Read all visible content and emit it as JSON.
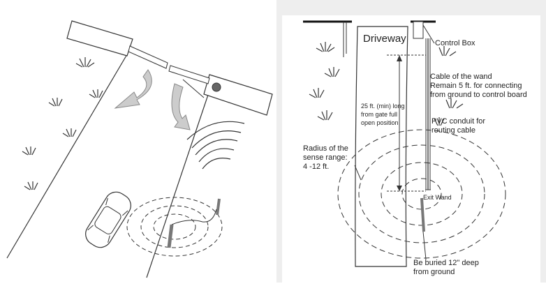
{
  "right_diagram": {
    "driveway": "Driveway",
    "control_box": "Control Box",
    "cable_note": [
      "Cable of the wand",
      "Remain 5 ft. for connecting",
      "from ground to control board"
    ],
    "distance_note": [
      "25 ft. (min) long",
      "from gate full",
      "open position"
    ],
    "conduit_note": [
      "PVC conduit for",
      "routing cable"
    ],
    "radius_note": [
      "Radius of the",
      "sense range:",
      "4 -12 ft."
    ],
    "exit_wand": "Exit Wand",
    "burial_note": [
      "Be buried 12\" deep",
      "from ground"
    ]
  },
  "colors": {
    "line": "#333333",
    "panel_bg": "#eeeeee",
    "arrow_fill": "#cccccc",
    "wand": "#777777"
  },
  "icons": [
    "grass-tuft-icon",
    "car-icon",
    "gate-arm-icon",
    "curved-arrow-icon",
    "signal-wave-icon",
    "exit-wand-icon"
  ]
}
